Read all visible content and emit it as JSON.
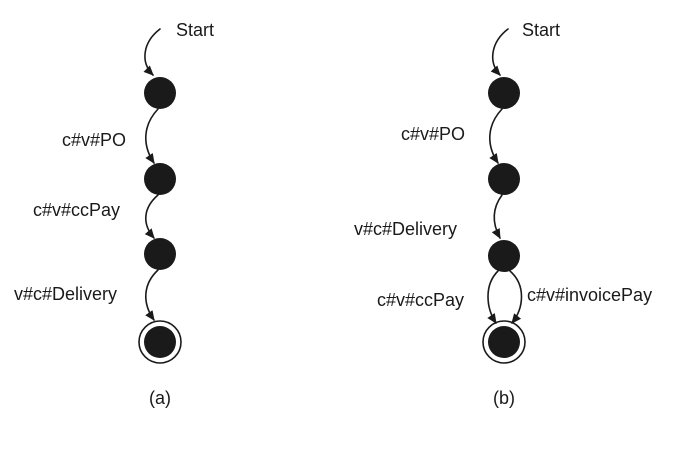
{
  "colors": {
    "ink": "#1a1a1a",
    "background": "#ffffff"
  },
  "diagram_a": {
    "caption": "(a)",
    "start_label": "Start",
    "transitions": [
      "c#v#PO",
      "c#v#ccPay",
      "v#c#Delivery"
    ]
  },
  "diagram_b": {
    "caption": "(b)",
    "start_label": "Start",
    "transitions": [
      "c#v#PO",
      "v#c#Delivery"
    ],
    "branches": [
      "c#v#ccPay",
      "c#v#invoicePay"
    ]
  }
}
